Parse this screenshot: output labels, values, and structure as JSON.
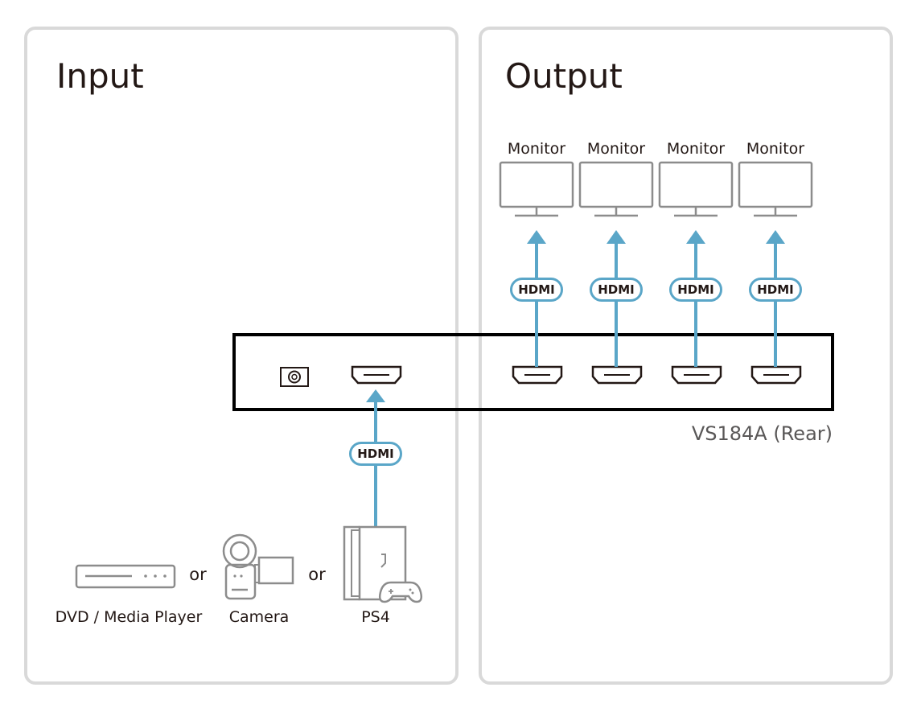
{
  "input": {
    "title": "Input",
    "sources": [
      {
        "name": "DVD / Media Player",
        "icon": "dvd-player-icon"
      },
      {
        "name": "Camera",
        "icon": "camera-icon"
      },
      {
        "name": "PS4",
        "icon": "ps4-icon"
      }
    ],
    "separator": "or",
    "cable": "HDMI"
  },
  "output": {
    "title": "Output",
    "monitors": [
      {
        "label": "Monitor",
        "cable": "HDMI"
      },
      {
        "label": "Monitor",
        "cable": "HDMI"
      },
      {
        "label": "Monitor",
        "cable": "HDMI"
      },
      {
        "label": "Monitor",
        "cable": "HDMI"
      }
    ]
  },
  "device": {
    "label": "VS184A (Rear)",
    "ports": [
      "power-port-icon",
      "hdmi-in-port-icon",
      "hdmi-out-port-icon",
      "hdmi-out-port-icon",
      "hdmi-out-port-icon",
      "hdmi-out-port-icon"
    ]
  },
  "colors": {
    "cable": "#5aa6c8",
    "panel_border": "#d9d9d9",
    "icon_gray": "#8c8c8c",
    "device_outline": "#000000"
  }
}
